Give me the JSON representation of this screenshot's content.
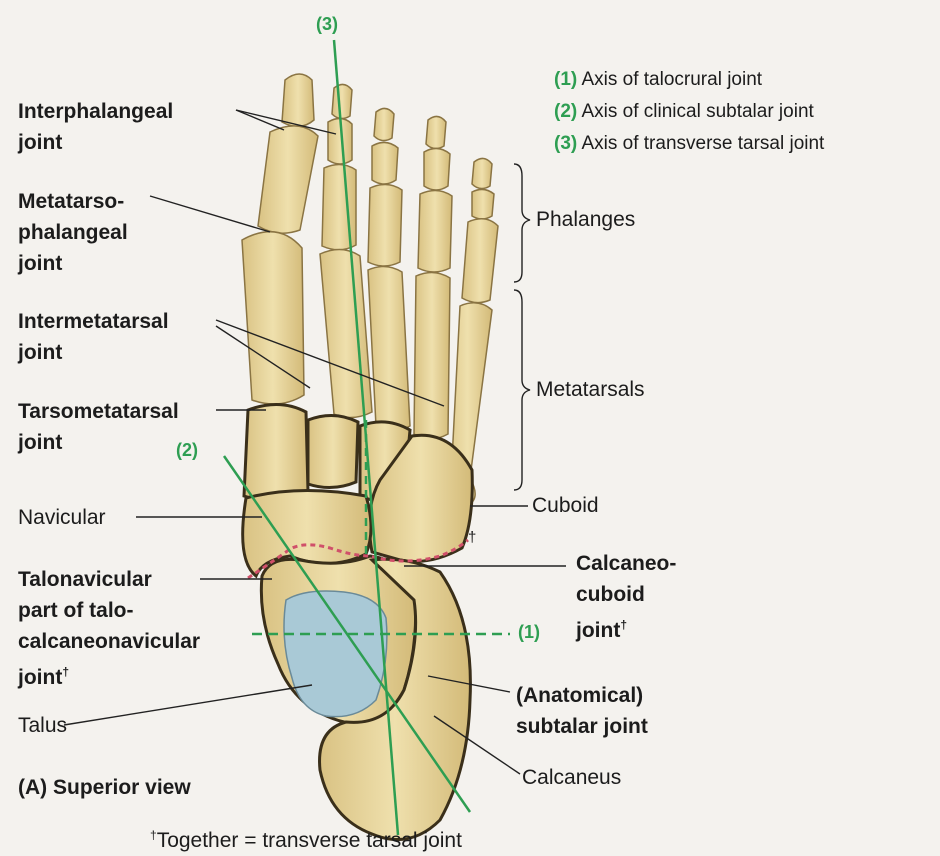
{
  "legend": {
    "items": [
      {
        "num": "(1)",
        "text": "Axis of talocrural joint"
      },
      {
        "num": "(2)",
        "text": "Axis of clinical subtalar joint"
      },
      {
        "num": "(3)",
        "text": "Axis of transverse tarsal joint"
      }
    ]
  },
  "axis_markers": {
    "a1": "(1)",
    "a2": "(2)",
    "a3": "(3)"
  },
  "left_labels": {
    "interphalangeal": [
      "Interphalangeal",
      "joint"
    ],
    "mtp": [
      "Metatarso-",
      "phalangeal",
      "joint"
    ],
    "intermetatarsal": [
      "Intermetatarsal",
      "joint"
    ],
    "tarsometatarsal": [
      "Tarsometatarsal",
      "joint"
    ],
    "navicular": "Navicular",
    "talonavicular": [
      "Talonavicular",
      "part of talo-",
      "calcaneonavicular",
      "joint"
    ],
    "talonavicular_mark": "†",
    "talus": "Talus",
    "view_title": "(A) Superior view"
  },
  "right_labels": {
    "phalanges": "Phalanges",
    "metatarsals": "Metatarsals",
    "cuboid": "Cuboid",
    "dagger": "†",
    "calcaneocuboid": [
      "Calcaneo-",
      "cuboid",
      "joint"
    ],
    "calcaneocuboid_mark": "†",
    "anatomical": [
      "(Anatomical)",
      "subtalar joint"
    ],
    "calcaneus": "Calcaneus"
  },
  "footnote": {
    "mark": "†",
    "text": "Together = transverse tarsal joint"
  },
  "colors": {
    "bone": "#ead9a3",
    "bone_shadow": "#c8b06c",
    "axis": "#2e9e52",
    "talus_surface": "#a9c9d6",
    "joint_dash": "#d0506a",
    "leader": "#222222"
  }
}
